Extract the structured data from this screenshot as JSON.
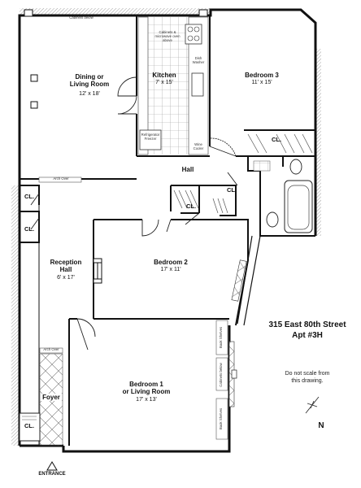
{
  "rooms": {
    "dining": {
      "name_line1": "Dining or",
      "name_line2": "Living Room",
      "dims": "12' x 18'"
    },
    "kitchen": {
      "name": "Kitchen",
      "dims": "7' x 15'"
    },
    "bedroom3": {
      "name": "Bedroom 3",
      "dims": "11' x 15'"
    },
    "hall": {
      "name": "Hall"
    },
    "bedroom2": {
      "name": "Bedroom 2",
      "dims": "17' x 11'"
    },
    "reception": {
      "name_line1": "Reception",
      "name_line2": "Hall",
      "dims": "6' x 17'"
    },
    "bedroom1": {
      "name_line1": "Bedroom 1",
      "name_line2": "or Living Room",
      "dims": "17' x 13'"
    },
    "foyer": {
      "name": "Foyer"
    }
  },
  "closets": {
    "cl_bedroom3": "CL.",
    "cl_hall": "CL.",
    "cl_hall_small": "CL.",
    "cl_left_top": "CL.",
    "cl_left_bottom": "CL.",
    "cl_foyer": "CL."
  },
  "fixtures": {
    "cabinets_above_dining": "Cabinets below",
    "cabinets_microwave_line1": "Cabinets &",
    "cabinets_microwave_line2": "microwave oven",
    "cabinets_microwave_line3": "above",
    "dish_washer_line1": "Dish",
    "dish_washer_line2": "Washer",
    "refrigerator_line1": "Refrigerator",
    "refrigerator_line2": "Freezer",
    "wine_cooler_line1": "Wine",
    "wine_cooler_line2": "Cooler",
    "arch_hall": "Arch Over",
    "arch_foyer": "Arch Over",
    "book_shelves_top": "Book Shelves",
    "cabinets_below_b1": "Cabinets below",
    "book_shelves_bottom": "Book Shelves"
  },
  "address": {
    "line1": "315 East 80th Street",
    "line2": "Apt #3H"
  },
  "note": {
    "line1": "Do not scale from",
    "line2": "this drawing."
  },
  "compass": {
    "label": "N"
  },
  "entrance": {
    "label": "ENTRANCE"
  }
}
